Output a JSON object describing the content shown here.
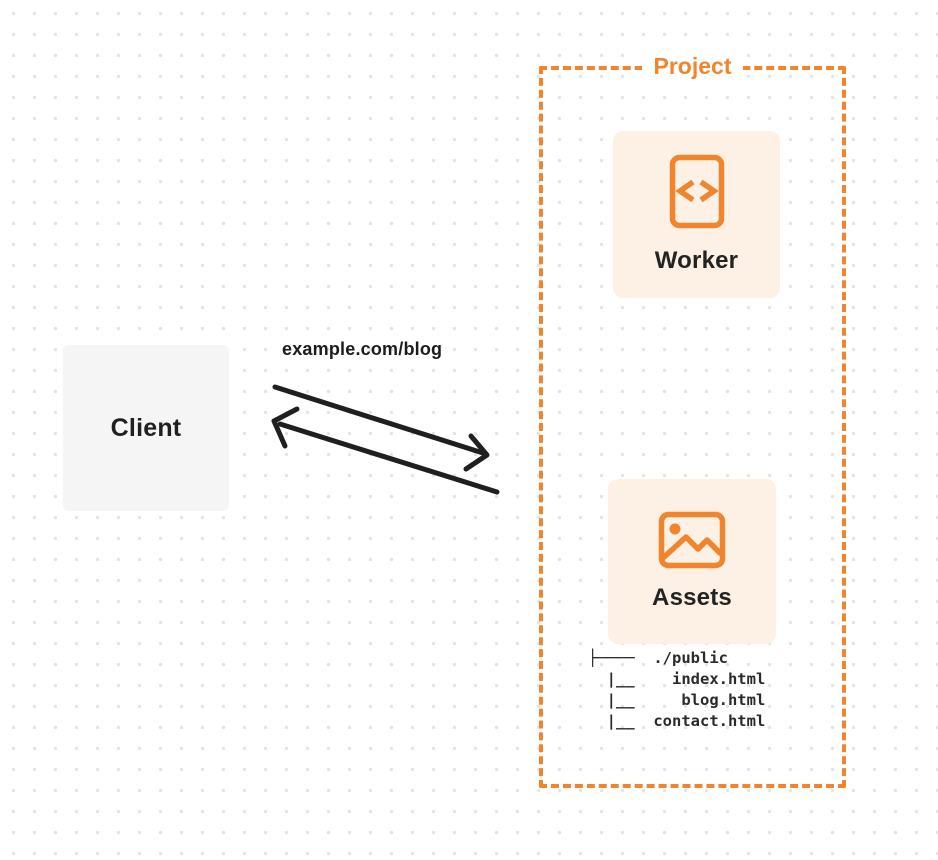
{
  "diagram": {
    "client": {
      "label": "Client"
    },
    "request_url": "example.com/blog",
    "project": {
      "title": "Project",
      "worker": {
        "label": "Worker"
      },
      "assets": {
        "label": "Assets"
      },
      "file_tree": {
        "lines": [
          "├────  ./public",
          "  |__    index.html",
          "  |__     blog.html",
          "  |__  contact.html"
        ]
      }
    }
  },
  "icons": {
    "worker": "code-document-icon",
    "assets": "image-icon"
  },
  "arrows": {
    "request": "client-to-project-arrow",
    "response": "project-to-client-arrow"
  },
  "colors": {
    "accent_orange": "#f0852d",
    "card_background": "#fcf1e4",
    "client_background": "#f5f5f6",
    "ink": "#1f1f1f",
    "dot_grid": "#e4e4e7"
  }
}
